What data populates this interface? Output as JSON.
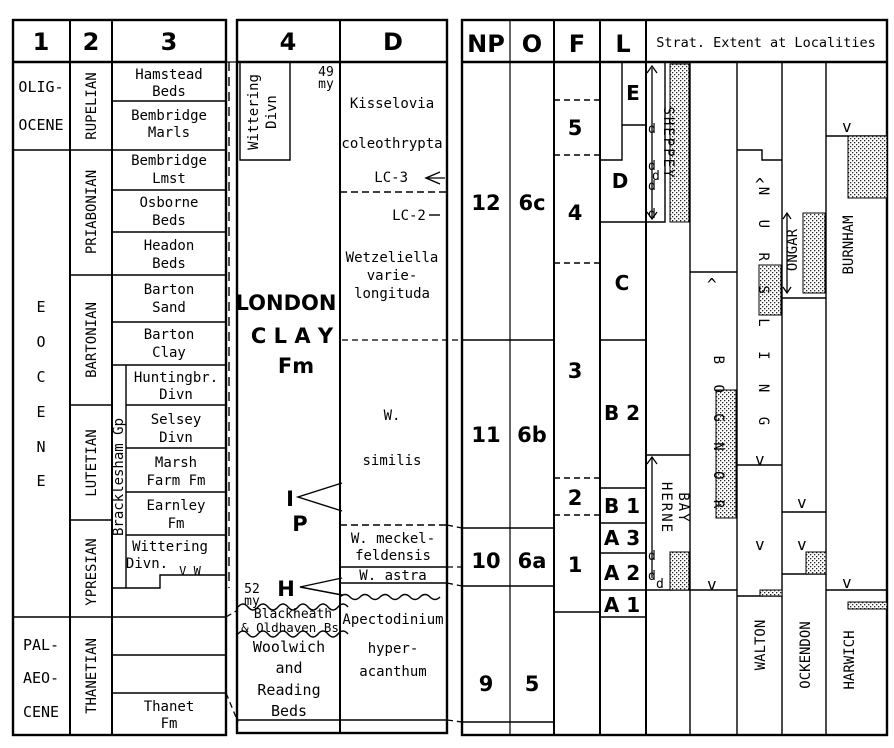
{
  "headers": {
    "c1": "1",
    "c2": "2",
    "c3": "3",
    "c4": "4",
    "cD": "D",
    "cNP": "NP",
    "cO": "O",
    "cF": "F",
    "cL": "L",
    "strat": "Strat. Extent at Localities"
  },
  "epochs": {
    "oligocene": [
      "OLIG-",
      "OCENE"
    ],
    "eocene": [
      "E",
      "O",
      "C",
      "E",
      "N",
      "E"
    ],
    "palaeocene": [
      "PAL-",
      "AEO-",
      "CENE"
    ]
  },
  "stages": {
    "rupelian": "RUPELIAN",
    "priabonian": "PRIABONIAN",
    "bartonian": "BARTONIAN",
    "lutetian": "LUTETIAN",
    "ypresian": "YPRESIAN",
    "thanetian": "THANETIAN",
    "bracklesham": "Bracklesham Gp"
  },
  "formations": {
    "hamstead": [
      "Hamstead",
      "Beds"
    ],
    "bembridge_marls": [
      "Bembridge",
      "Marls"
    ],
    "bembridge_lmst": [
      "Bembridge",
      "Lmst"
    ],
    "osborne": [
      "Osborne",
      "Beds"
    ],
    "headon": [
      "Headon",
      "Beds"
    ],
    "barton_sand": [
      "Barton",
      "Sand"
    ],
    "barton_clay": [
      "Barton",
      "Clay"
    ],
    "huntingbr": [
      "Huntingbr.",
      "Divn"
    ],
    "selsey": [
      "Selsey",
      "Divn"
    ],
    "marsh_farm": [
      "Marsh",
      "Farm Fm"
    ],
    "earnley": [
      "Earnley",
      "Fm"
    ],
    "wittering": [
      "Wittering",
      "Divn."
    ],
    "vw": "V W",
    "thanet": [
      "Thanet",
      "Fm"
    ]
  },
  "column4": {
    "wittering_divn": [
      "Wittering",
      "Divn"
    ],
    "age_top": [
      "49",
      "my"
    ],
    "london": "LONDON",
    "clay": "C L A Y",
    "fm": "Fm",
    "i": "I",
    "p": "P",
    "h": "H",
    "age_bottom": [
      "52",
      "my"
    ],
    "blackheath": [
      "Blackheath",
      "& Oldhaven Bs"
    ],
    "woolwich": [
      "Woolwich",
      "and",
      "Reading",
      "Beds"
    ]
  },
  "dino_zones": {
    "kisselovia": [
      "Kisselovia",
      "coleothrypta"
    ],
    "lc3": "LC-3",
    "lc2": "LC-2",
    "wetzeliella": [
      "Wetzeliella",
      "varie-",
      "longituda"
    ],
    "similis": [
      "W.",
      "similis"
    ],
    "meckelfeldensis": [
      "W. meckel-",
      "feldensis"
    ],
    "astra": "W. astra",
    "apectodinium": [
      "Apectodinium",
      "hyper-",
      "acanthum"
    ]
  },
  "np_zones": [
    "12",
    "11",
    "10",
    "9"
  ],
  "o_zones": [
    "6c",
    "6b",
    "6a",
    "5"
  ],
  "f_zones": [
    "5",
    "4",
    "3",
    "2",
    "1"
  ],
  "l_zones": [
    "E",
    "D",
    "C",
    "B 2",
    "B 1",
    "A 3",
    "A 2",
    "A 1"
  ],
  "localities": {
    "sheppey": "SHEPPEY",
    "herne_bay": [
      "HERNE",
      "BAY"
    ],
    "bognor": "B O G N O R",
    "nursling": "N U R S L I N G",
    "walton": "WALTON",
    "ongar": "ONGAR",
    "ockendon": "OCKENDON",
    "burnham": "BURNHAM",
    "harwich": "HARWICH"
  },
  "marks": {
    "d": "d",
    "v": "v",
    "caret": "^"
  }
}
